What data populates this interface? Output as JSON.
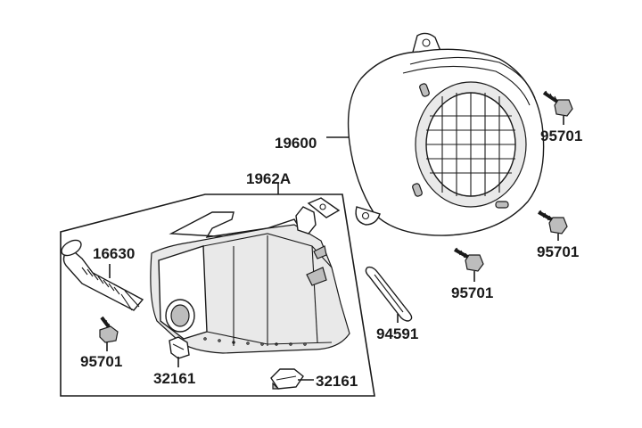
{
  "labels": {
    "fan_cover": "19600",
    "shroud_assembly": "1962A",
    "hose": "16630",
    "seal": "94591",
    "bolt_top_right": "95701",
    "bolt_mid_right": "95701",
    "bolt_center": "95701",
    "bolt_left": "95701",
    "clip_left": "32161",
    "clip_right": "32161"
  }
}
